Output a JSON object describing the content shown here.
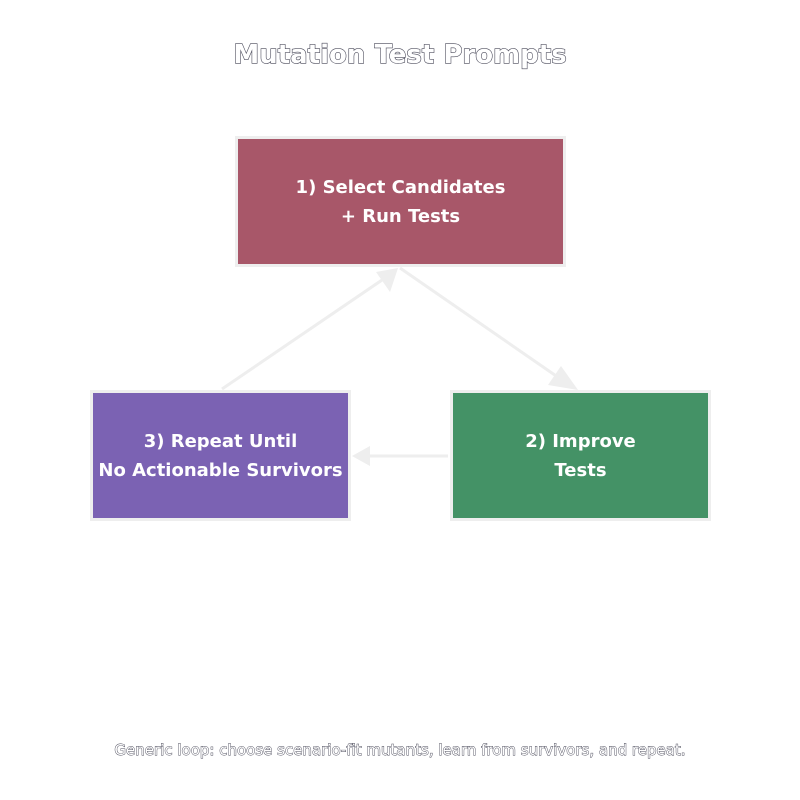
{
  "title": "Mutation Test Prompts",
  "nodes": [
    {
      "id": "select",
      "lines": [
        "1) Select Candidates",
        "+ Run Tests"
      ],
      "color": "#a85769"
    },
    {
      "id": "improve",
      "lines": [
        "2) Improve",
        "Tests"
      ],
      "color": "#449266"
    },
    {
      "id": "repeat",
      "lines": [
        "3) Repeat Until",
        "No Actionable Survivors"
      ],
      "color": "#7b62b3"
    }
  ],
  "edges": [
    {
      "from": "select",
      "to": "improve"
    },
    {
      "from": "improve",
      "to": "repeat"
    },
    {
      "from": "repeat",
      "to": "select"
    }
  ],
  "edge_color": "#eeeeee",
  "caption": "Generic loop: choose scenario-fit mutants, learn from survivors, and repeat."
}
